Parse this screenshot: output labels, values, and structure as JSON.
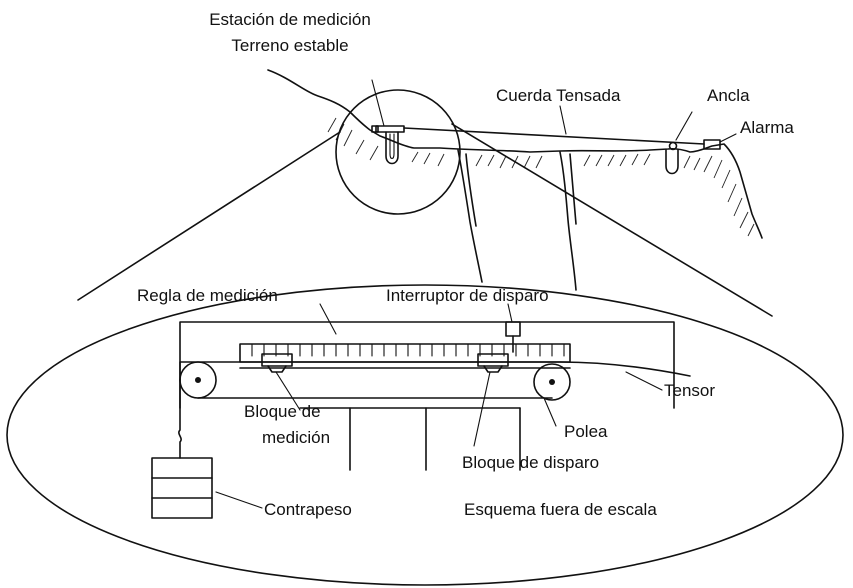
{
  "labels": {
    "station_line1": "Estación de medición",
    "station_line2": "Terreno estable",
    "taut_rope": "Cuerda Tensada",
    "anchor": "Ancla",
    "alarm": "Alarma",
    "ruler": "Regla  de medición",
    "trigger_switch": "Interruptor de disparo",
    "tensor": "Tensor",
    "measuring_block_line1": "Bloque de",
    "measuring_block_line2": "medición",
    "pulley": "Polea",
    "trigger_block": "Bloque de disparo",
    "counterweight": "Contrapeso",
    "scale_note": "Esquema fuera de escala"
  },
  "colors": {
    "ink": "#111111",
    "background": "#ffffff"
  }
}
